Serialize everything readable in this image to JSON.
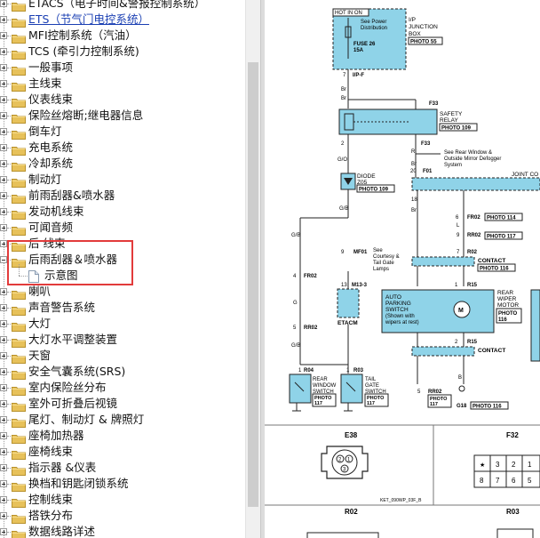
{
  "tree": {
    "items": [
      {
        "label": "ETACS（电子时间&警报控制系统）",
        "expander": "plus",
        "link": false
      },
      {
        "label": "ETS（节气门电控系统）",
        "expander": "plus",
        "link": true
      },
      {
        "label": "MFI控制系统（汽油）",
        "expander": "plus",
        "link": false
      },
      {
        "label": "TCS (牵引力控制系统)",
        "expander": "plus",
        "link": false
      },
      {
        "label": "一般事项",
        "expander": "plus",
        "link": false
      },
      {
        "label": "主线束",
        "expander": "plus",
        "link": false
      },
      {
        "label": "仪表线束",
        "expander": "plus",
        "link": false
      },
      {
        "label": "保险丝熔断;继电器信息",
        "expander": "plus",
        "link": false
      },
      {
        "label": "倒车灯",
        "expander": "plus",
        "link": false
      },
      {
        "label": "充电系统",
        "expander": "plus",
        "link": false
      },
      {
        "label": "冷却系统",
        "expander": "plus",
        "link": false
      },
      {
        "label": "制动灯",
        "expander": "plus",
        "link": false
      },
      {
        "label": "前雨刮器&喷水器",
        "expander": "plus",
        "link": false
      },
      {
        "label": "发动机线束",
        "expander": "plus",
        "link": false
      },
      {
        "label": "可闻音频",
        "expander": "plus",
        "link": false
      },
      {
        "label": "后 线束",
        "expander": "plus",
        "link": false
      },
      {
        "label": "后雨刮器＆喷水器",
        "expander": "minus",
        "link": false,
        "open": true
      },
      {
        "label": "示意图",
        "expander": "none",
        "link": false,
        "child": true
      },
      {
        "label": "喇叭",
        "expander": "plus",
        "link": false
      },
      {
        "label": "声音警告系统",
        "expander": "plus",
        "link": false
      },
      {
        "label": "大灯",
        "expander": "plus",
        "link": false
      },
      {
        "label": "大灯水平调整装置",
        "expander": "plus",
        "link": false
      },
      {
        "label": "天窗",
        "expander": "plus",
        "link": false
      },
      {
        "label": "安全气囊系统(SRS)",
        "expander": "plus",
        "link": false
      },
      {
        "label": "室内保险丝分布",
        "expander": "plus",
        "link": false
      },
      {
        "label": "室外可折叠后视镜",
        "expander": "plus",
        "link": false
      },
      {
        "label": "尾灯、制动灯 & 牌照灯",
        "expander": "plus",
        "link": false
      },
      {
        "label": "座椅加热器",
        "expander": "plus",
        "link": false
      },
      {
        "label": "座椅线束",
        "expander": "plus",
        "link": false
      },
      {
        "label": "指示器 &仪表",
        "expander": "plus",
        "link": false
      },
      {
        "label": "换档和钥匙闭锁系统",
        "expander": "plus",
        "link": false
      },
      {
        "label": "控制线束",
        "expander": "plus",
        "link": false
      },
      {
        "label": "搭铁分布",
        "expander": "plus",
        "link": false
      },
      {
        "label": "数据线路详述",
        "expander": "plus",
        "link": false
      }
    ]
  },
  "diagram": {
    "hot_in_on": "HOT IN ON",
    "see_power_1": "See Power",
    "see_power_2": "Distribution",
    "fuse_1": "FUSE 26",
    "fuse_2": "15A",
    "ip_junction_1": "I/P",
    "ip_junction_2": "JUNCTION",
    "ip_junction_3": "BOX",
    "photo55": "PHOTO 55",
    "pin7": "7",
    "ipf": "I/P-F",
    "br1": "Br",
    "br2": "Br",
    "f33a": "F33",
    "safety_1": "SAFETY",
    "safety_2": "RELAY",
    "photo109a": "PHOTO 109",
    "pin2": "2",
    "f33b": "F33",
    "go": "G/O",
    "r1": "R",
    "see_rear_1": "See Rear Window &",
    "see_rear_2": "Outside Mirror Defogger",
    "see_rear_3": "System",
    "br3": "Br",
    "pin20": "20",
    "f01": "F01",
    "joint": "JOINT CO",
    "diode_1": "DIODE",
    "diode_2": "Z05",
    "photo109b": "PHOTO 109",
    "pin18": "18",
    "br4": "Br",
    "pin6": "6",
    "fr02a": "FR02",
    "photo114": "PHOTO 114",
    "gb1": "G/B",
    "gb2": "G/B",
    "l1": "L",
    "pin9a": "9",
    "rr02a": "RR02",
    "photo117a": "PHOTO 117",
    "pin9b": "9",
    "mf01": "MF01",
    "see_court_1": "See",
    "see_court_2": "Courtesy &",
    "see_court_3": "Tail Gate",
    "see_court_4": "Lamps",
    "pin7b": "7",
    "r02": "R02",
    "contact1": "CONTACT",
    "photo116a": "PHOTO 116",
    "pin4": "4",
    "fr02b": "FR02",
    "pin13": "13",
    "m133": "M13-3",
    "pin1": "1",
    "r15a": "R15",
    "g1": "G",
    "etacm": "ETACM",
    "auto_1": "AUTO",
    "auto_2": "PARKING",
    "auto_3": "SWITCH",
    "auto_4": "(Shown with",
    "auto_5": "wipers at rest)",
    "rear_wiper_1": "REAR",
    "rear_wiper_2": "WIPER",
    "rear_wiper_3": "MOTOR",
    "photo116b": "PHOTO",
    "photo116c": "116",
    "pin5": "5",
    "rr02b": "RR02",
    "gb3": "G/B",
    "pin2b": "2",
    "r15b": "R15",
    "contact2": "CONTACT",
    "r04": "R04",
    "r03": "R03",
    "pin1b": "1",
    "pin1c": "1",
    "rear_win_1": "REAR",
    "rear_win_2": "WINDOW",
    "rear_win_3": "SWITCH",
    "photo117b": "PHOTO",
    "photo117c": "117",
    "tail_1": "TAIL",
    "tail_2": "GATE",
    "tail_3": "SWITCH",
    "photo117d": "PHOTO",
    "photo117e": "117",
    "pin5b": "5",
    "rr02c": "RR02",
    "photo117f": "PHOTO",
    "photo117g": "117",
    "b1": "B",
    "g18": "G18",
    "photo116d": "PHOTO 116",
    "e38": "E38",
    "f32": "F32",
    "e38_p1": "2",
    "e38_p2": "1",
    "e38_p3": "3",
    "f32_star": "★",
    "f32_p3": "3",
    "f32_p2": "2",
    "f32_p1": "1",
    "f32_p8": "8",
    "f32_p7": "7",
    "f32_p6": "6",
    "f32_p5": "5",
    "ket": "KET_090WP_03F_B",
    "r02b": "R02",
    "r03b": "R03"
  },
  "colors": {
    "accent_box": "#8fd3e8",
    "highlight": "#e23b3b",
    "folder": "#e7c15a"
  }
}
